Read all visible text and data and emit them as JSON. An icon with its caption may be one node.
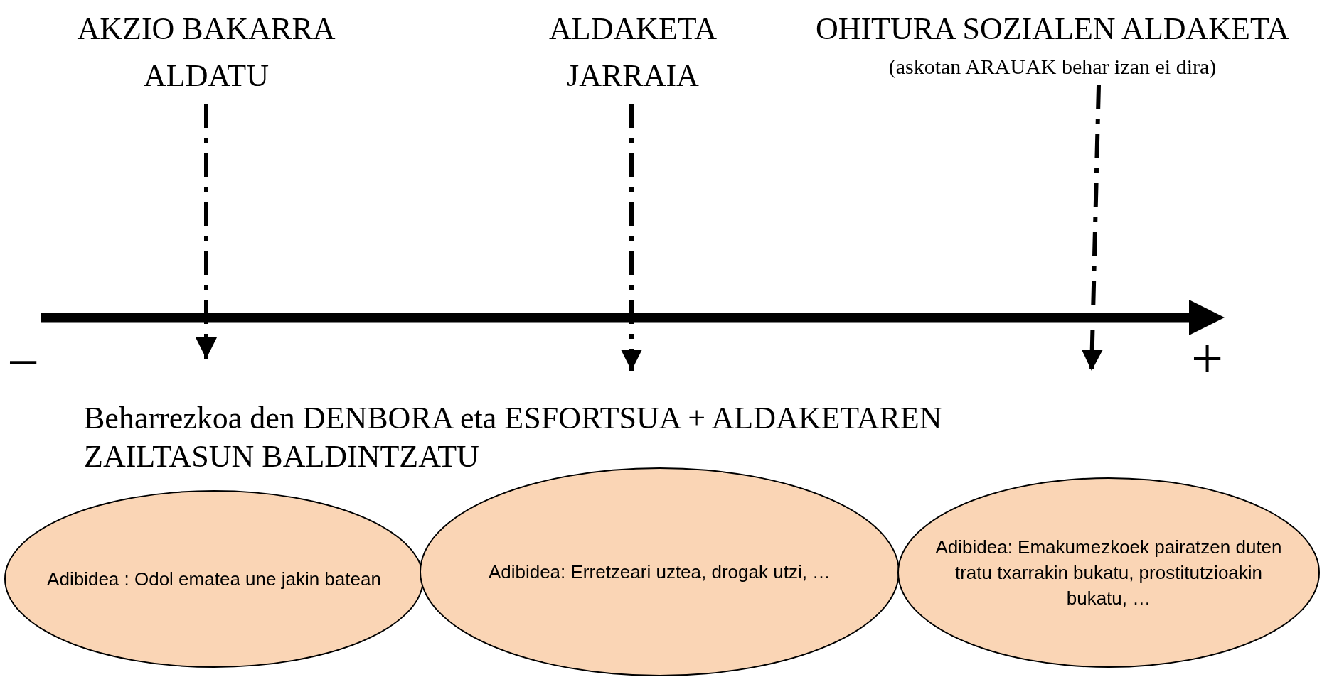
{
  "diagram": {
    "nodes": [
      {
        "text": [
          "AKZIO BAKARRA ALDATU"
        ]
      },
      {
        "text": [
          "ALDAKETA JARRAIA"
        ]
      },
      {
        "text": [
          "OHITURA SOZIALEN ALDAKETA",
          "(askotan ARAUAK behar izan ei dira)"
        ]
      },
      {
        "text": [
          "Adibidea : Odol ematea une jakin batean"
        ]
      },
      {
        "text": [
          "Adibidea: Erretzeari uztea, drogak utzi, …"
        ]
      },
      {
        "text": [
          "Adibidea: Emakumezkoek pairatzen duten tratu txarrakin bukatu, prostitutzioakin bukatu, …"
        ]
      }
    ],
    "edges": [
      {
        "from": 0,
        "to": null,
        "arrow": "to",
        "style": "dashed"
      },
      {
        "from": 1,
        "to": null,
        "arrow": "to",
        "style": "dashed"
      },
      {
        "from": 2,
        "to": null,
        "arrow": "to",
        "style": "dashed"
      }
    ],
    "labels": [
      "−",
      "+",
      "Beharrezkoa den DENBORA eta ESFORTSUA + ALDAKETAREN ZAILTASUN BALDINTZATU"
    ]
  }
}
